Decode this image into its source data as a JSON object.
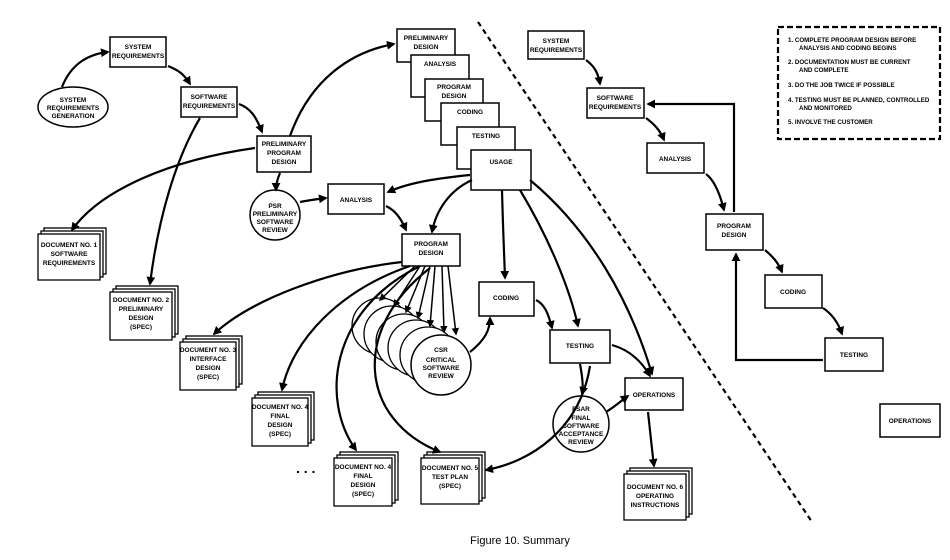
{
  "caption": "Figure 10.  Summary",
  "left": {
    "system_requirements": [
      "SYSTEM",
      "REQUIREMENTS"
    ],
    "system_requirements_generation": [
      "SYSTEM",
      "REQUIREMENTS",
      "GENERATION"
    ],
    "software_requirements": [
      "SOFTWARE",
      "REQUIREMENTS"
    ],
    "preliminary_program_design": [
      "PRELIMINARY",
      "PROGRAM",
      "DESIGN"
    ],
    "stack": {
      "preliminary_design": [
        "PRELIMINARY",
        "DESIGN"
      ],
      "analysis": [
        "ANALYSIS"
      ],
      "program_design": [
        "PROGRAM",
        "DESIGN"
      ],
      "coding": [
        "CODING"
      ],
      "testing": [
        "TESTING"
      ],
      "usage": [
        "USAGE"
      ]
    },
    "psr": [
      "PSR",
      "PRELIMINARY",
      "SOFTWARE",
      "REVIEW"
    ],
    "analysis": [
      "ANALYSIS"
    ],
    "program_design": [
      "PROGRAM",
      "DESIGN"
    ],
    "csr": [
      "CSR",
      "CRITICAL",
      "SOFTWARE",
      "REVIEW"
    ],
    "coding": [
      "CODING"
    ],
    "testing": [
      "TESTING"
    ],
    "fsar": [
      "FSAR",
      "FINAL",
      "SOFTWARE",
      "ACCEPTANCE",
      "REVIEW"
    ],
    "operations": [
      "OPERATIONS"
    ],
    "documents": {
      "doc1": [
        "DOCUMENT NO. 1",
        "SOFTWARE",
        "REQUIREMENTS"
      ],
      "doc2": [
        "DOCUMENT NO. 2",
        "PRELIMINARY",
        "DESIGN",
        "(SPEC)"
      ],
      "doc3": [
        "DOCUMENT NO. 3",
        "INTERFACE",
        "DESIGN",
        "(SPEC)"
      ],
      "doc4a": [
        "DOCUMENT NO. 4",
        "FINAL",
        "DESIGN",
        "(SPEC)"
      ],
      "doc4b": [
        "DOCUMENT NO. 4",
        "FINAL",
        "DESIGN",
        "(SPEC)"
      ],
      "doc5": [
        "DOCUMENT NO. 5",
        "TEST PLAN",
        "(SPEC)"
      ],
      "doc6": [
        "DOCUMENT NO. 6",
        "OPERATING",
        "INSTRUCTIONS"
      ]
    },
    "ellipsis": ". . ."
  },
  "right": {
    "system_requirements": [
      "SYSTEM",
      "REQUIREMENTS"
    ],
    "software_requirements": [
      "SOFTWARE",
      "REQUIREMENTS"
    ],
    "analysis": [
      "ANALYSIS"
    ],
    "program_design": [
      "PROGRAM",
      "DESIGN"
    ],
    "coding": [
      "CODING"
    ],
    "testing": [
      "TESTING"
    ],
    "operations": [
      "OPERATIONS"
    ]
  },
  "notes": [
    [
      "1.  COMPLETE PROGRAM DESIGN BEFORE",
      "ANALYSIS AND CODING BEGINS"
    ],
    [
      "2.  DOCUMENTATION MUST BE CURRENT",
      "AND COMPLETE"
    ],
    [
      "3.  DO THE JOB TWICE IF POSSIBLE"
    ],
    [
      "4.  TESTING MUST BE PLANNED, CONTROLLED",
      "AND MONITORED"
    ],
    [
      "5.  INVOLVE THE CUSTOMER"
    ]
  ]
}
